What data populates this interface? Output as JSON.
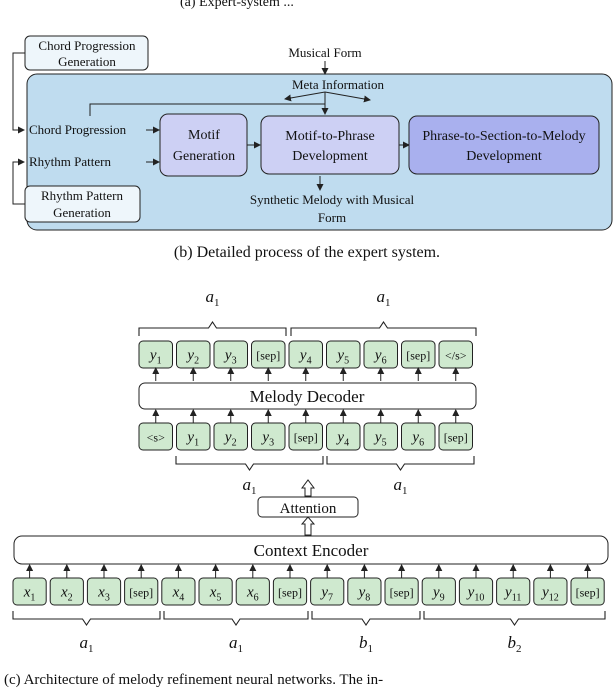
{
  "top_caption_partial": "(a) Expert-system ...",
  "expert": {
    "musical_form": "Musical Form",
    "meta_information": "Meta Information",
    "chord_progression_generation_1": "Chord Progression",
    "chord_progression_generation_2": "Generation",
    "chord_progression": "Chord Progression",
    "rhythm_pattern": "Rhythm Pattern",
    "rhythm_pattern_generation_1": "Rhythm Pattern",
    "rhythm_pattern_generation_2": "Generation",
    "motif_1": "Motif",
    "motif_2": "Generation",
    "m2p_1": "Motif-to-Phrase",
    "m2p_2": "Development",
    "p2s_1": "Phrase-to-Section-to-Melody",
    "p2s_2": "Development",
    "output_1": "Synthetic Melody with Musical",
    "output_2": "Form",
    "caption": "(b)  Detailed process of the expert system."
  },
  "decoder": {
    "group_labels_top": [
      "a",
      "a"
    ],
    "group_subs_top": [
      "1",
      "1"
    ],
    "output_tokens": [
      {
        "base": "y",
        "sub": "1"
      },
      {
        "base": "y",
        "sub": "2"
      },
      {
        "base": "y",
        "sub": "3"
      },
      {
        "base": "[sep]",
        "sub": ""
      },
      {
        "base": "y",
        "sub": "4"
      },
      {
        "base": "y",
        "sub": "5"
      },
      {
        "base": "y",
        "sub": "6"
      },
      {
        "base": "[sep]",
        "sub": ""
      },
      {
        "base": "</s>",
        "sub": ""
      }
    ],
    "label": "Melody Decoder",
    "input_tokens": [
      {
        "base": "<s>",
        "sub": ""
      },
      {
        "base": "y",
        "sub": "1"
      },
      {
        "base": "y",
        "sub": "2"
      },
      {
        "base": "y",
        "sub": "3"
      },
      {
        "base": "[sep]",
        "sub": ""
      },
      {
        "base": "y",
        "sub": "4"
      },
      {
        "base": "y",
        "sub": "5"
      },
      {
        "base": "y",
        "sub": "6"
      },
      {
        "base": "[sep]",
        "sub": ""
      }
    ],
    "group_labels_bottom": [
      "a",
      "a"
    ],
    "group_subs_bottom": [
      "1",
      "1"
    ]
  },
  "attention": "Attention",
  "encoder": {
    "label": "Context Encoder",
    "tokens": [
      {
        "base": "x",
        "sub": "1"
      },
      {
        "base": "x",
        "sub": "2"
      },
      {
        "base": "x",
        "sub": "3"
      },
      {
        "base": "[sep]",
        "sub": ""
      },
      {
        "base": "x",
        "sub": "4"
      },
      {
        "base": "x",
        "sub": "5"
      },
      {
        "base": "x",
        "sub": "6"
      },
      {
        "base": "[sep]",
        "sub": ""
      },
      {
        "base": "y",
        "sub": "7"
      },
      {
        "base": "y",
        "sub": "8"
      },
      {
        "base": "[sep]",
        "sub": ""
      },
      {
        "base": "y",
        "sub": "9"
      },
      {
        "base": "y",
        "sub": "10"
      },
      {
        "base": "y",
        "sub": "11"
      },
      {
        "base": "y",
        "sub": "12"
      },
      {
        "base": "[sep]",
        "sub": ""
      }
    ],
    "group_labels": [
      "a",
      "a",
      "b",
      "b"
    ],
    "group_subs": [
      "1",
      "1",
      "1",
      "2"
    ]
  },
  "bottom_caption_partial": "(c)  Architecture  of  melody  refinement  neural  networks.    The  in-",
  "colors": {
    "panel_fill": "#bfdcef",
    "box_fill": "#cdd0f4",
    "box_fill_dark": "#a9b0ee",
    "side_box_fill": "#eef6fb",
    "token_fill": "#cfe9cf",
    "stroke": "#222222"
  }
}
